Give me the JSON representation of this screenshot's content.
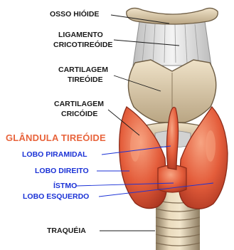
{
  "labels": {
    "osso_hioide": "OSSO HIÓIDE",
    "ligamento_1": "LIGAMENTO",
    "ligamento_2": "CRICOTIREÓIDE",
    "cart_tireoide_1": "CARTILAGEM",
    "cart_tireoide_2": "TIREÓIDE",
    "cart_cricoide_1": "CARTILAGEM",
    "cart_cricoide_2": "CRICÓIDE",
    "glandula": "GLÂNDULA TIREÓIDE",
    "lobo_piramidal": "LOBO PIRAMIDAL",
    "lobo_direito": "LOBO DIREITO",
    "istmo": "ÍSTMO",
    "lobo_esquerdo": "LOBO ESQUERDO",
    "traqueia": "TRAQUÉIA"
  },
  "colors": {
    "gland": "#e25a3a",
    "gland_highlight": "#f6a07e",
    "cartilage": "#d8c6a4",
    "ligament": "#ebebeb",
    "trachea": "#e3d1af",
    "label_blue": "#1b32d6",
    "label_red": "#e8643c",
    "label_black": "#1a1a1a"
  }
}
